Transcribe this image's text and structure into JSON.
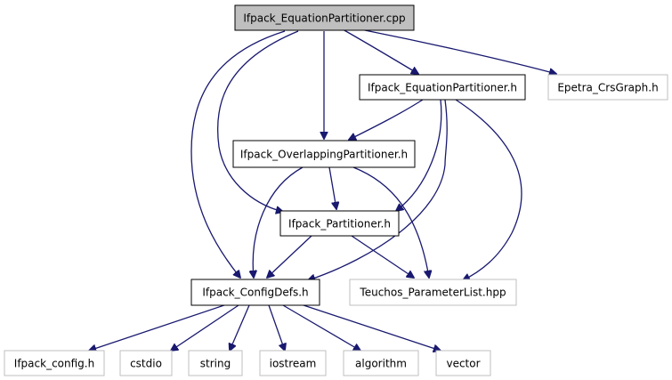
{
  "graph": {
    "colors": {
      "edge": "#191970",
      "root_fill": "#bfbfbf",
      "node_border_dark": "#000000",
      "node_border_light": "#bfbfbf",
      "background": "#ffffff"
    },
    "nodes": [
      {
        "id": "cpp",
        "label": "Ifpack_EquationPartitioner.cpp",
        "style": "root"
      },
      {
        "id": "eqh",
        "label": "Ifpack_EquationPartitioner.h",
        "style": "dark"
      },
      {
        "id": "crs",
        "label": "Epetra_CrsGraph.h",
        "style": "light"
      },
      {
        "id": "ovl",
        "label": "Ifpack_OverlappingPartitioner.h",
        "style": "dark"
      },
      {
        "id": "par",
        "label": "Ifpack_Partitioner.h",
        "style": "dark"
      },
      {
        "id": "cfg",
        "label": "Ifpack_ConfigDefs.h",
        "style": "dark"
      },
      {
        "id": "tpl",
        "label": "Teuchos_ParameterList.hpp",
        "style": "light"
      },
      {
        "id": "icf",
        "label": "Ifpack_config.h",
        "style": "light"
      },
      {
        "id": "cstdio",
        "label": "cstdio",
        "style": "light"
      },
      {
        "id": "string",
        "label": "string",
        "style": "light"
      },
      {
        "id": "iostream",
        "label": "iostream",
        "style": "light"
      },
      {
        "id": "algorithm",
        "label": "algorithm",
        "style": "light"
      },
      {
        "id": "vector",
        "label": "vector",
        "style": "light"
      }
    ],
    "edges": [
      {
        "from": "cpp",
        "to": "eqh"
      },
      {
        "from": "cpp",
        "to": "crs"
      },
      {
        "from": "cpp",
        "to": "ovl"
      },
      {
        "from": "cpp",
        "to": "par"
      },
      {
        "from": "cpp",
        "to": "cfg"
      },
      {
        "from": "eqh",
        "to": "ovl"
      },
      {
        "from": "eqh",
        "to": "par"
      },
      {
        "from": "eqh",
        "to": "cfg"
      },
      {
        "from": "eqh",
        "to": "tpl"
      },
      {
        "from": "ovl",
        "to": "par"
      },
      {
        "from": "ovl",
        "to": "cfg"
      },
      {
        "from": "ovl",
        "to": "tpl"
      },
      {
        "from": "par",
        "to": "cfg"
      },
      {
        "from": "par",
        "to": "tpl"
      },
      {
        "from": "cfg",
        "to": "icf"
      },
      {
        "from": "cfg",
        "to": "cstdio"
      },
      {
        "from": "cfg",
        "to": "string"
      },
      {
        "from": "cfg",
        "to": "iostream"
      },
      {
        "from": "cfg",
        "to": "algorithm"
      },
      {
        "from": "cfg",
        "to": "vector"
      }
    ]
  }
}
